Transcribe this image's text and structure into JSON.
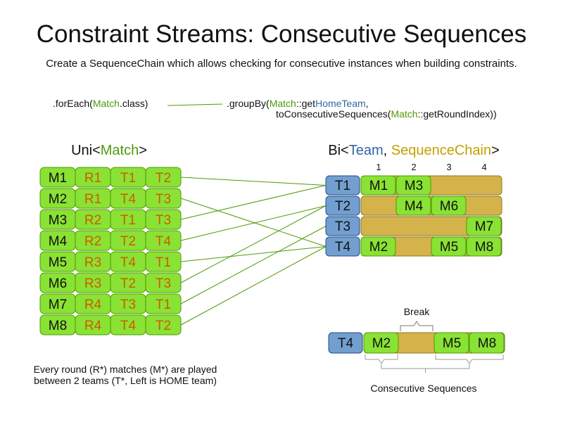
{
  "title": "Constraint Streams: Consecutive Sequences",
  "subtitle": "Create a SequenceChain which allows checking for consecutive instances when building constraints.",
  "code": {
    "left": [
      {
        "text": ".forEach(",
        "color": "dark"
      },
      {
        "text": "Match",
        "color": "green"
      },
      {
        "text": ".class)",
        "color": "dark"
      }
    ],
    "right_line1": [
      {
        "text": ".groupBy(",
        "color": "dark"
      },
      {
        "text": "Match",
        "color": "green"
      },
      {
        "text": "::get",
        "color": "dark"
      },
      {
        "text": "HomeTeam",
        "color": "blue"
      },
      {
        "text": ",",
        "color": "dark"
      }
    ],
    "right_line2": [
      {
        "text": "toConsecutiveSequences(",
        "color": "dark"
      },
      {
        "text": "Match",
        "color": "green"
      },
      {
        "text": "::getRoundIndex))",
        "color": "dark"
      }
    ]
  },
  "uni_header": [
    {
      "text": "Uni<",
      "color": "dark"
    },
    {
      "text": "Match",
      "color": "green"
    },
    {
      "text": ">",
      "color": "dark"
    }
  ],
  "bi_header": [
    {
      "text": "Bi<",
      "color": "dark"
    },
    {
      "text": "Team",
      "color": "blue"
    },
    {
      "text": ", ",
      "color": "dark"
    },
    {
      "text": "SequenceChain",
      "color": "gold"
    },
    {
      "text": ">",
      "color": "dark"
    }
  ],
  "matches": [
    {
      "match": "M1",
      "round": "R1",
      "home": "T1",
      "away": "T2"
    },
    {
      "match": "M2",
      "round": "R1",
      "home": "T4",
      "away": "T3"
    },
    {
      "match": "M3",
      "round": "R2",
      "home": "T1",
      "away": "T3"
    },
    {
      "match": "M4",
      "round": "R2",
      "home": "T2",
      "away": "T4"
    },
    {
      "match": "M5",
      "round": "R3",
      "home": "T4",
      "away": "T1"
    },
    {
      "match": "M6",
      "round": "R3",
      "home": "T2",
      "away": "T3"
    },
    {
      "match": "M7",
      "round": "R4",
      "home": "T3",
      "away": "T1"
    },
    {
      "match": "M8",
      "round": "R4",
      "home": "T4",
      "away": "T2"
    }
  ],
  "round_columns": [
    "1",
    "2",
    "3",
    "4"
  ],
  "teams": [
    {
      "team": "T1",
      "cells": [
        "M1",
        "M3",
        "",
        ""
      ]
    },
    {
      "team": "T2",
      "cells": [
        "",
        "M4",
        "M6",
        ""
      ]
    },
    {
      "team": "T3",
      "cells": [
        "",
        "",
        "",
        "M7"
      ]
    },
    {
      "team": "T4",
      "cells": [
        "M2",
        "",
        "M5",
        "M8"
      ]
    }
  ],
  "example": {
    "team": "T4",
    "cells": [
      "M2",
      "",
      "M5",
      "M8"
    ],
    "break_label": "Break",
    "sequences_label": "Consecutive Sequences"
  },
  "footnote": {
    "line1": "Every round (R*) matches (M*) are played",
    "line2": "between 2 teams (T*, Left is HOME team)"
  },
  "colors": {
    "match_green": "#8ae234",
    "match_green_border": "#4e9a06",
    "team_blue": "#729fcf",
    "team_blue_border": "#204a87",
    "chain_gold": "#d4b44a",
    "chain_gold_border": "#8f7326",
    "round_orange": "#ce5c00",
    "text_green": "#4e9a06",
    "text_blue": "#3465a4",
    "text_gold": "#c4a000",
    "text_dark": "#111111",
    "line_green": "#4e9a06"
  }
}
